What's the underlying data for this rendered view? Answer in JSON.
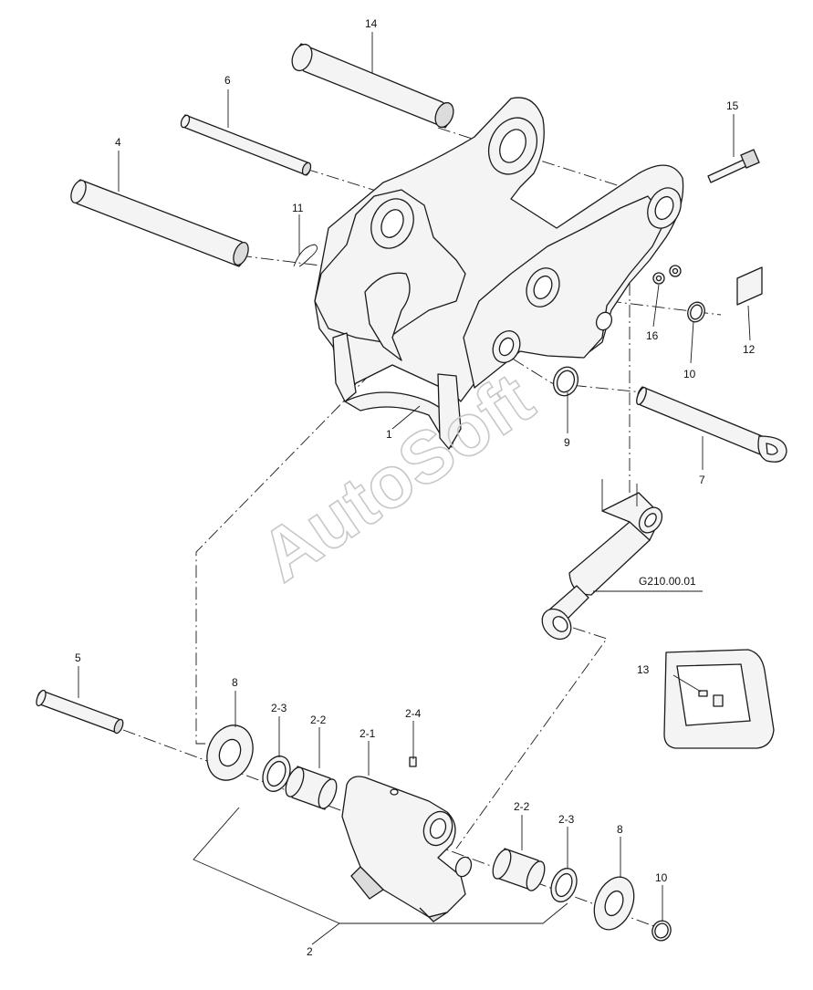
{
  "watermark": "AutoSoft",
  "reference_label": "G210.00.01",
  "callouts": {
    "p1": "1",
    "p2": "2",
    "p2_1": "2-1",
    "p2_2a": "2-2",
    "p2_2b": "2-2",
    "p2_3a": "2-3",
    "p2_3b": "2-3",
    "p2_4": "2-4",
    "p4": "4",
    "p5": "5",
    "p6": "6",
    "p7": "7",
    "p8a": "8",
    "p8b": "8",
    "p9": "9",
    "p10a": "10",
    "p10b": "10",
    "p11": "11",
    "p12": "12",
    "p13": "13",
    "p14": "14",
    "p15": "15",
    "p16": "16"
  }
}
